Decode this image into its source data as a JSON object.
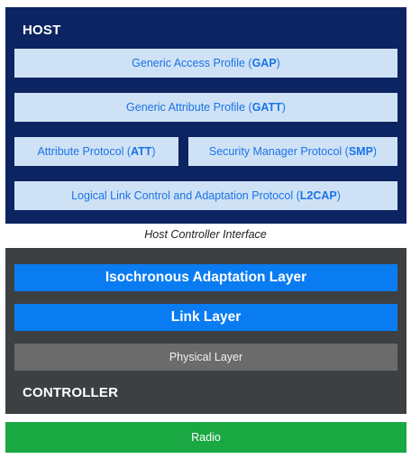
{
  "host": {
    "title": "HOST",
    "gap": {
      "text": "Generic Access Profile (",
      "abbr": "GAP",
      "close": ")"
    },
    "gatt": {
      "text": "Generic Attribute Profile (",
      "abbr": "GATT",
      "close": ")"
    },
    "att": {
      "text": "Attribute Protocol (",
      "abbr": "ATT",
      "close": ")"
    },
    "smp": {
      "text": "Security Manager Protocol (",
      "abbr": "SMP",
      "close": ")"
    },
    "l2cap": {
      "text": "Logical Link Control and Adaptation Protocol (",
      "abbr": "L2CAP",
      "close": ")"
    }
  },
  "hci": {
    "label": "Host Controller Interface"
  },
  "controller": {
    "title": "CONTROLLER",
    "iso_label": "Isochronous Adaptation Layer",
    "link_label": "Link Layer",
    "phy_label": "Physical Layer"
  },
  "radio": {
    "label": "Radio"
  },
  "colors": {
    "host_bg": "#0c2461",
    "host_box": "#cfe2f5",
    "host_text": "#1a73e8",
    "controller_bg": "#3d4043",
    "controller_blue": "#0a7cf2",
    "physical_gray": "#6b6b6b",
    "radio_green": "#1aa842"
  }
}
